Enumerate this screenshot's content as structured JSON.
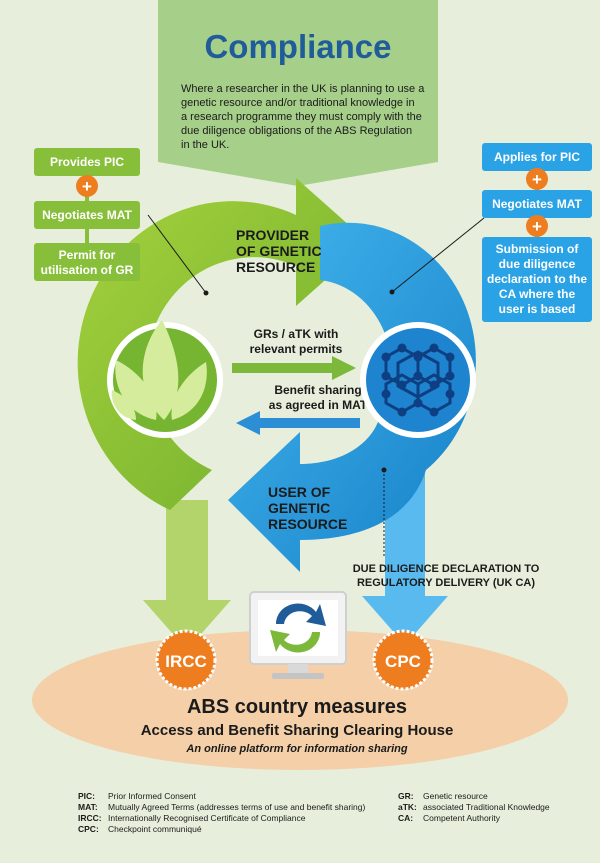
{
  "title": "Compliance",
  "intro_lines": [
    "Where a researcher in the UK is planning to use a",
    "genetic resource and/or traditional knowledge in",
    "a research programme they must comply with the",
    "due diligence obligations of the ABS Regulation",
    "in the UK."
  ],
  "left_steps": [
    {
      "lines": [
        "Provides PIC"
      ]
    },
    {
      "lines": [
        "Negotiates MAT"
      ]
    },
    {
      "lines": [
        "Permit for",
        "utilisation of GR"
      ]
    }
  ],
  "right_steps": [
    {
      "lines": [
        "Applies for PIC"
      ]
    },
    {
      "lines": [
        "Negotiates MAT"
      ]
    },
    {
      "lines": [
        "Submission of",
        "due diligence",
        "declaration to the",
        "CA where the",
        "user is based"
      ]
    }
  ],
  "provider_label": [
    "PROVIDER",
    "OF GENETIC",
    "RESOURCE"
  ],
  "user_label": [
    "USER OF",
    "GENETIC",
    "RESOURCE"
  ],
  "flow_right_label": [
    "GRs / aTK with",
    "relevant permits"
  ],
  "flow_left_label": [
    "Benefit sharing",
    "as agreed in MAT"
  ],
  "due_diligence_label": [
    "DUE DILIGENCE DECLARATION TO",
    "REGULATORY DELIVERY (UK CA)"
  ],
  "badge_left": "IRCC",
  "badge_right": "CPC",
  "abs_title": "ABS country measures",
  "abs_subtitle": "Access and Benefit Sharing Clearing House",
  "abs_tagline": "An online platform for information sharing",
  "glossary_left": [
    {
      "term": "PIC:",
      "def": "Prior Informed Consent"
    },
    {
      "term": "MAT:",
      "def": "Mutually Agreed Terms (addresses terms of use and benefit sharing)"
    },
    {
      "term": "IRCC:",
      "def": "Internationally Recognised Certificate of Compliance"
    },
    {
      "term": "CPC:",
      "def": "Checkpoint communiqué"
    }
  ],
  "glossary_right": [
    {
      "term": "GR:",
      "def": "Genetic resource"
    },
    {
      "term": "aTK:",
      "def": "associated Traditional Knowledge"
    },
    {
      "term": "CA:",
      "def": "Competent Authority"
    }
  ],
  "colors": {
    "background": "#e7efdc",
    "banner": "#a6cf8a",
    "title": "#1f5c99",
    "green": "#88bf3a",
    "blue": "#2aa3e6",
    "orange": "#ee7d1f",
    "ellipse": "#f4cfa8"
  }
}
